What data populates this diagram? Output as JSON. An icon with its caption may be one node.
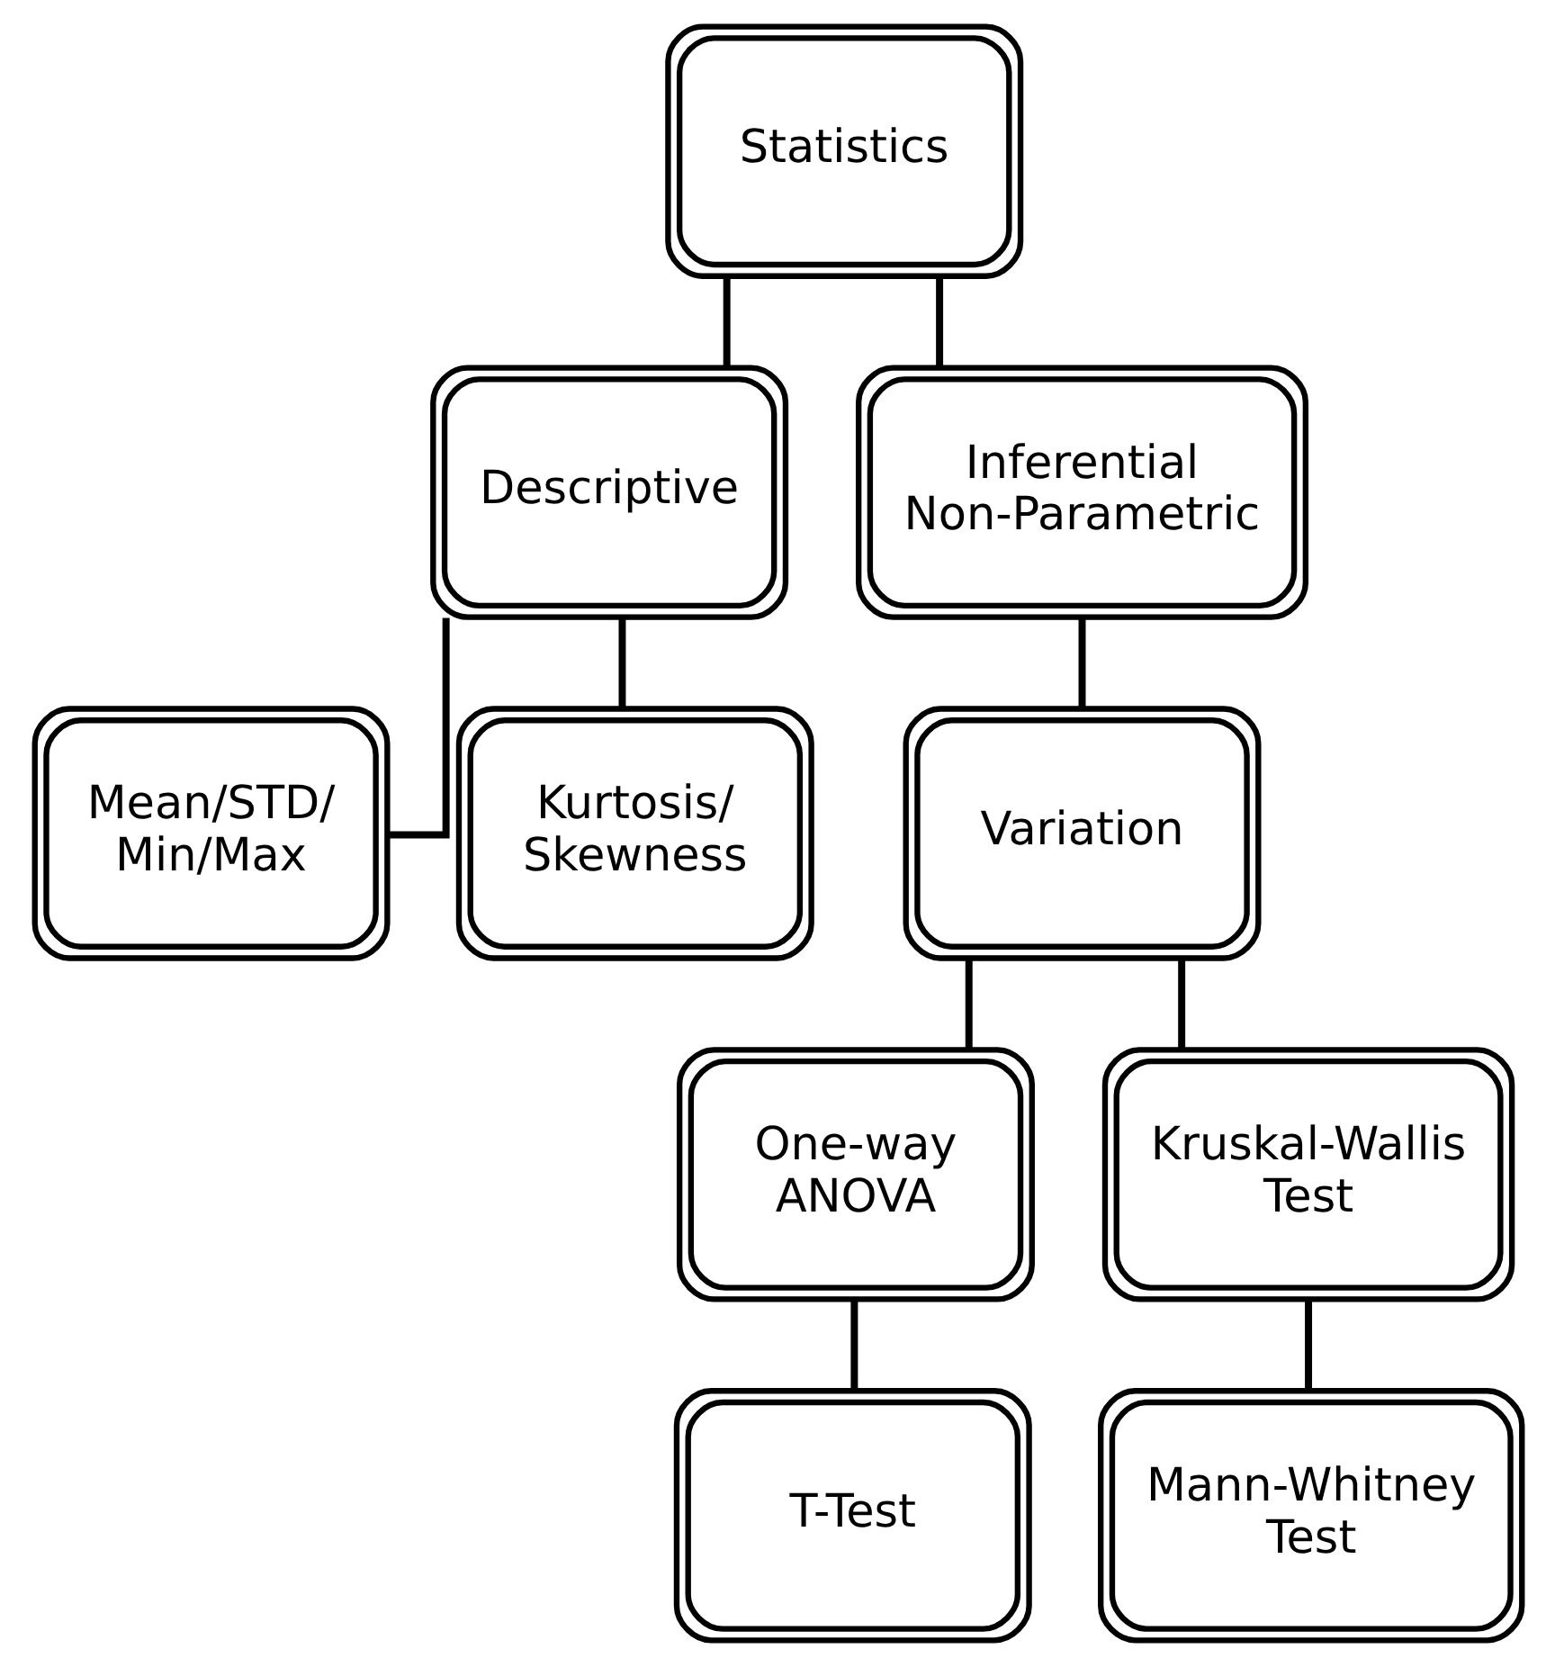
{
  "diagram": {
    "nodes": [
      {
        "text": [
          "Statistics"
        ]
      },
      {
        "text": [
          "Descriptive"
        ]
      },
      {
        "text": [
          "Inferential Non-Parametric"
        ]
      },
      {
        "text": [
          "Mean/STD/ Min/Max"
        ]
      },
      {
        "text": [
          "Kurtosis/ Skewness"
        ]
      },
      {
        "text": [
          "Variation"
        ]
      },
      {
        "text": [
          "One-way ANOVA"
        ]
      },
      {
        "text": [
          "Kruskal-Wallis Test"
        ]
      },
      {
        "text": [
          "T-Test"
        ]
      },
      {
        "text": [
          "Mann-Whitney Test"
        ]
      }
    ],
    "edges": [
      {
        "from": 0,
        "to": 1,
        "arrow": "none"
      },
      {
        "from": 0,
        "to": 2,
        "arrow": "none"
      },
      {
        "from": 1,
        "to": 3,
        "arrow": "none"
      },
      {
        "from": 1,
        "to": 4,
        "arrow": "none"
      },
      {
        "from": 2,
        "to": 5,
        "arrow": "none"
      },
      {
        "from": 5,
        "to": 6,
        "arrow": "none"
      },
      {
        "from": 5,
        "to": 7,
        "arrow": "none"
      },
      {
        "from": 6,
        "to": 8,
        "arrow": "none"
      },
      {
        "from": 7,
        "to": 9,
        "arrow": "none"
      }
    ]
  }
}
